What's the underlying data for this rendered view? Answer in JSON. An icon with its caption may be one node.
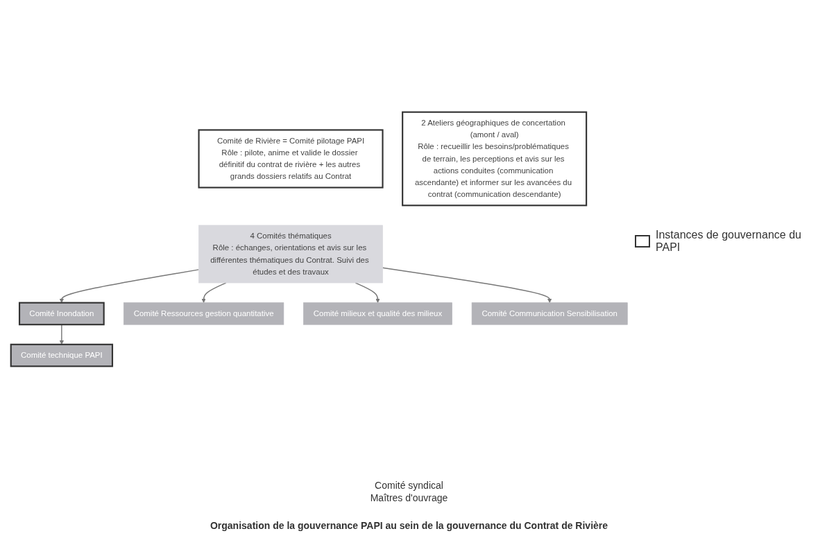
{
  "diagram": {
    "caption": "Organisation de la gouvernance PAPI au sein de la gouvernance du Contrat de Rivière",
    "nodes": [
      {
        "text": [
          "Comité de Rivière = Comité pilotage PAPI",
          "Rôle : pilote, anime et valide le dossier définitif du contrat de rivière + les autres grands dossiers relatifs au Contrat"
        ]
      },
      {
        "text": [
          "4 Comités thématiques",
          "Rôle : échanges, orientations et avis sur les différentes thématiques du Contrat. Suivi des études et des travaux"
        ]
      },
      {
        "text": [
          "Comité Inondation"
        ]
      },
      {
        "text": [
          "Comité Ressources gestion quantitative"
        ]
      },
      {
        "text": [
          "Comité milieux et qualité des milieux"
        ]
      },
      {
        "text": [
          "Comité Communication Sensibilisation"
        ]
      },
      {
        "text": [
          "Comité technique PAPI"
        ]
      },
      {
        "text": [
          "2 Ateliers géographiques de concertation (amont / aval)",
          "Rôle : recueillir les besoins/problématiques de terrain, les perceptions et avis sur les actions conduites (communication ascendante) et informer sur les avancées du contrat (communication descendante)"
        ]
      }
    ],
    "edges": [
      {
        "from": 1,
        "to": 2,
        "arrow": "to"
      },
      {
        "from": 1,
        "to": 3,
        "arrow": "to"
      },
      {
        "from": 1,
        "to": 4,
        "arrow": "to"
      },
      {
        "from": 1,
        "to": 5,
        "arrow": "to"
      },
      {
        "from": 2,
        "to": 6,
        "arrow": "to"
      }
    ],
    "labels": [
      "Comité syndical",
      "Maîtres d'ouvrage"
    ],
    "legend": [
      {
        "text": "Instances de gouvernance du PAPI"
      }
    ]
  }
}
